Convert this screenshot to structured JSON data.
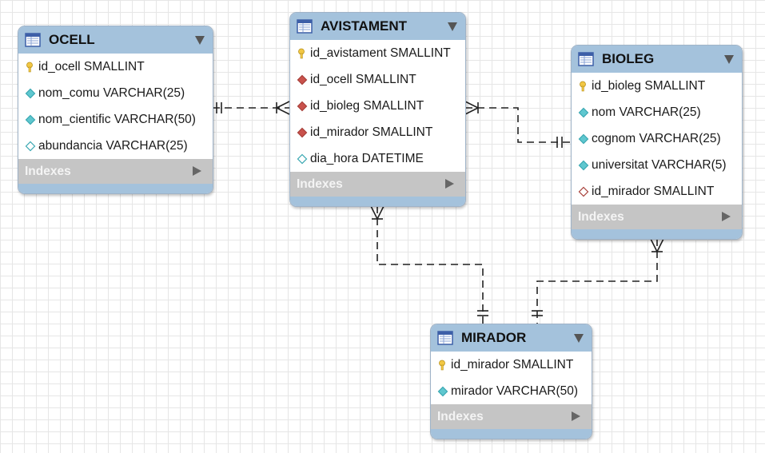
{
  "entities": [
    {
      "name": "OCELL",
      "columns": [
        {
          "label": "id_ocell SMALLINT",
          "icon": "key-icon"
        },
        {
          "label": "nom_comu VARCHAR(25)",
          "icon": "column-icon"
        },
        {
          "label": "nom_cientific VARCHAR(50)",
          "icon": "column-icon"
        },
        {
          "label": "abundancia VARCHAR(25)",
          "icon": "nullable-column-icon"
        }
      ],
      "indexes_label": "Indexes"
    },
    {
      "name": "AVISTAMENT",
      "columns": [
        {
          "label": "id_avistament SMALLINT",
          "icon": "key-icon"
        },
        {
          "label": "id_ocell SMALLINT",
          "icon": "foreign-key-icon"
        },
        {
          "label": "id_bioleg SMALLINT",
          "icon": "foreign-key-icon"
        },
        {
          "label": "id_mirador SMALLINT",
          "icon": "foreign-key-icon"
        },
        {
          "label": "dia_hora DATETIME",
          "icon": "nullable-column-icon"
        }
      ],
      "indexes_label": "Indexes"
    },
    {
      "name": "BIOLEG",
      "columns": [
        {
          "label": "id_bioleg SMALLINT",
          "icon": "key-icon"
        },
        {
          "label": "nom VARCHAR(25)",
          "icon": "column-icon"
        },
        {
          "label": "cognom VARCHAR(25)",
          "icon": "column-icon"
        },
        {
          "label": "universitat VARCHAR(5)",
          "icon": "column-icon"
        },
        {
          "label": "id_mirador SMALLINT",
          "icon": "nullable-foreign-key-icon"
        }
      ],
      "indexes_label": "Indexes"
    },
    {
      "name": "MIRADOR",
      "columns": [
        {
          "label": "id_mirador SMALLINT",
          "icon": "key-icon"
        },
        {
          "label": "mirador VARCHAR(50)",
          "icon": "column-icon"
        }
      ],
      "indexes_label": "Indexes"
    }
  ],
  "relationships": [
    {
      "from": "OCELL",
      "to": "AVISTAMENT",
      "from_cardinality": "one-and-only-one",
      "to_cardinality": "one-or-many"
    },
    {
      "from": "BIOLEG",
      "to": "AVISTAMENT",
      "from_cardinality": "one-and-only-one",
      "to_cardinality": "one-or-many"
    },
    {
      "from": "MIRADOR",
      "to": "AVISTAMENT",
      "from_cardinality": "one-and-only-one",
      "to_cardinality": "one-or-many"
    },
    {
      "from": "MIRADOR",
      "to": "BIOLEG",
      "from_cardinality": "one-and-only-one",
      "to_cardinality": "one-or-many"
    }
  ],
  "colors": {
    "header": "#a4c2dc",
    "indexes_bar": "#c5c5c5",
    "key": "#f2c744",
    "column": "#5fc7cf",
    "foreign_key": "#c9524c",
    "line": "#222222"
  }
}
